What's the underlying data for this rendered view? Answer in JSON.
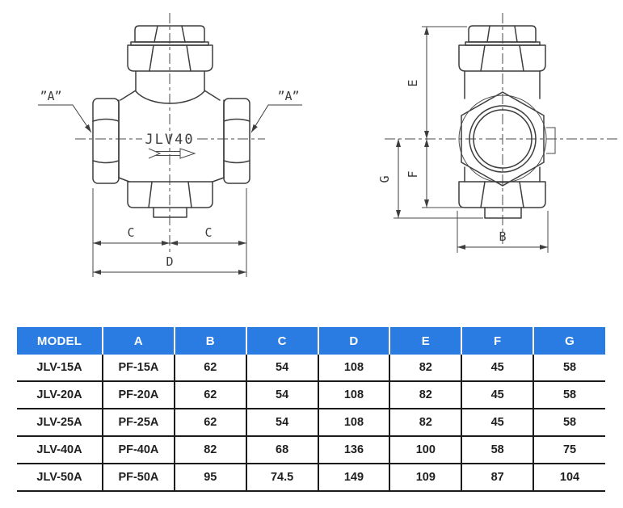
{
  "colors": {
    "header_bg": "#2b7ce2",
    "header_text": "#ffffff",
    "drawing_line": "#3d3d3d",
    "table_line": "#1b1b1b"
  },
  "drawing": {
    "front_view": {
      "callout_left": "”A”",
      "callout_right": "”A”",
      "body_label": "JLV40",
      "dim_c_left": "C",
      "dim_c_right": "C",
      "dim_d": "D"
    },
    "side_view": {
      "dim_e": "E",
      "dim_f": "F",
      "dim_g": "G",
      "dim_b": "B"
    }
  },
  "table": {
    "headers": [
      "MODEL",
      "A",
      "B",
      "C",
      "D",
      "E",
      "F",
      "G"
    ],
    "rows": [
      [
        "JLV-15A",
        "PF-15A",
        "62",
        "54",
        "108",
        "82",
        "45",
        "58"
      ],
      [
        "JLV-20A",
        "PF-20A",
        "62",
        "54",
        "108",
        "82",
        "45",
        "58"
      ],
      [
        "JLV-25A",
        "PF-25A",
        "62",
        "54",
        "108",
        "82",
        "45",
        "58"
      ],
      [
        "JLV-40A",
        "PF-40A",
        "82",
        "68",
        "136",
        "100",
        "58",
        "75"
      ],
      [
        "JLV-50A",
        "PF-50A",
        "95",
        "74.5",
        "149",
        "109",
        "87",
        "104"
      ]
    ]
  }
}
